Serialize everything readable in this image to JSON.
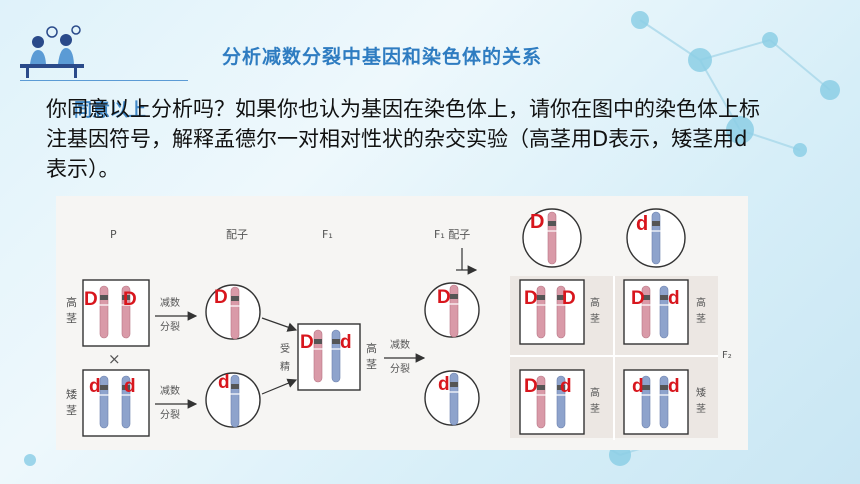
{
  "slide": {
    "title": "分析减数分裂中基因和染色体的关系",
    "ghost_text": "同意以上",
    "body_text": "你同意以上分析吗？如果你也认为基因在染色体上，请你在图中的染色体上标注基因符号，解释孟德尔一对相对性状的杂交实验（高茎用D表示，矮茎用d表示）。"
  },
  "figure": {
    "headers": {
      "p": "P",
      "gamete": "配子",
      "f1": "F₁",
      "f1_gamete": "F₁ 配子",
      "f2": "F₂"
    },
    "labels": {
      "tall_v": "高茎",
      "short_v": "矮茎",
      "cross": "×",
      "meiosis_top": [
        "减数",
        "分裂"
      ],
      "meiosis_bottom": [
        "减数",
        "分裂"
      ],
      "fertilize": "受精",
      "f1_tall": "高茎",
      "f1_meiosis": [
        "减数",
        "分裂"
      ],
      "f2_tall_1": "高茎",
      "f2_tall_2": "高茎",
      "f2_tall_3": "高茎",
      "f2_short": "矮茎"
    },
    "genes": {
      "p_tall": [
        "D",
        "D"
      ],
      "p_short": [
        "d",
        "d"
      ],
      "gamete_tall": "D",
      "gamete_short": "d",
      "f1": [
        "D",
        "d"
      ],
      "f1_gamete_1": "D",
      "f1_gamete_2": "d",
      "top_gamete_1": "D",
      "top_gamete_2": "d",
      "f2_tl": [
        "D",
        "D"
      ],
      "f2_tr": [
        "D",
        "d"
      ],
      "f2_bl": [
        "D",
        "d"
      ],
      "f2_br": [
        "d",
        "d"
      ]
    }
  },
  "colors": {
    "title": "#2e7cc1",
    "gene_label": "#d8161d",
    "chrom_tall": "#d99aa8",
    "chrom_short": "#8ea3cc"
  }
}
